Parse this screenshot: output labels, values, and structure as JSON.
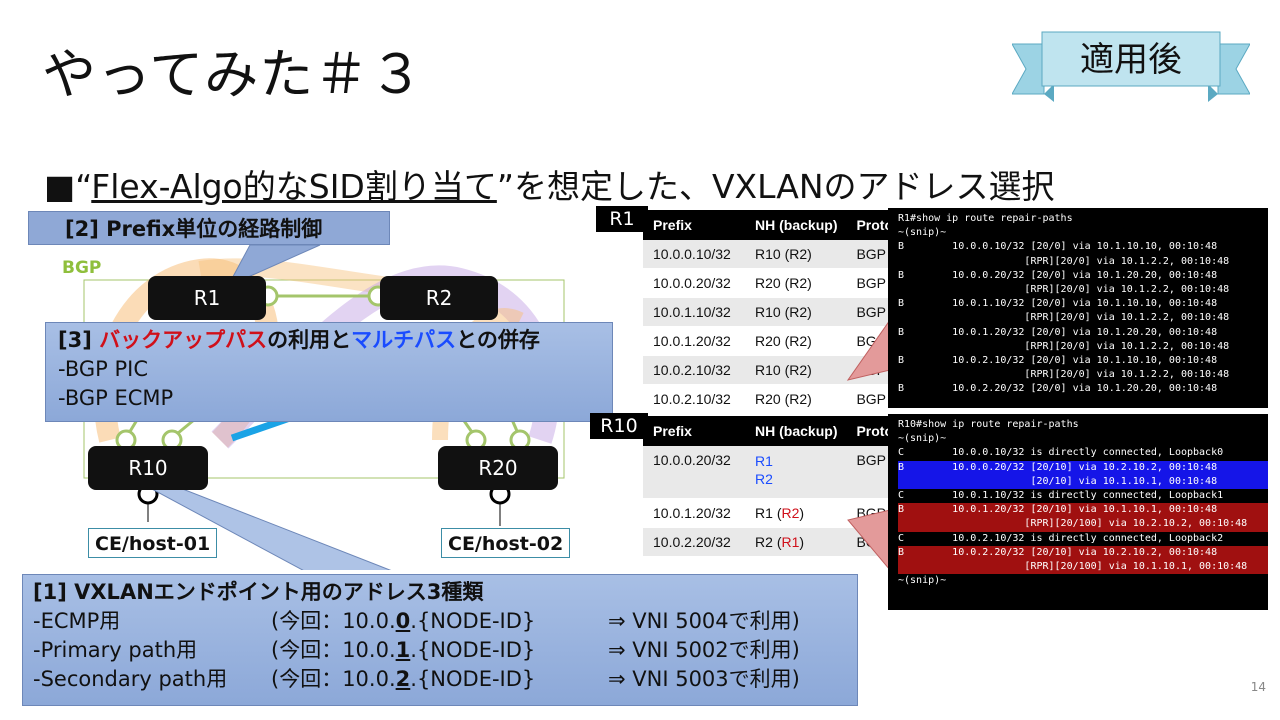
{
  "title": "やってみた＃３",
  "ribbon": "適用後",
  "subtitle": {
    "bullet": "■",
    "lq": "“",
    "underlined": "Flex-Algo的なSID割り当て",
    "rest": "”を想定した、VXLANのアドレス選択"
  },
  "callout2": "[2] Prefix単位の経路制御",
  "bgp_label": "BGP",
  "routers": {
    "r1": "R1",
    "r2": "R2",
    "r10": "R10",
    "r20": "R20"
  },
  "callout3": {
    "prefix": "[3] ",
    "backup": "バックアップパス",
    "mid": "の利用と",
    "multi": "マルチパス",
    "end": "との併存",
    "lines": [
      "-BGP PIC",
      "-BGP ECMP"
    ]
  },
  "ce": {
    "left": "CE/host-01",
    "right": "CE/host-02"
  },
  "callout1": {
    "heading": "[1] VXLANエンドポイント用のアドレス3種類",
    "rows": [
      {
        "name": "-ECMP用",
        "pre": "(今回：10.0.",
        "bold": "0",
        "post": ".{NODE-ID}",
        "vni": "⇒ VNI 5004で利用)"
      },
      {
        "name": "-Primary path用",
        "pre": "(今回：10.0.",
        "bold": "1",
        "post": ".{NODE-ID}",
        "vni": "⇒ VNI 5002で利用)"
      },
      {
        "name": "-Secondary path用",
        "pre": "(今回：10.0.",
        "bold": "2",
        "post": ".{NODE-ID}",
        "vni": "⇒ VNI 5003で利用)"
      }
    ]
  },
  "r1_table": {
    "tag": "R1",
    "headers": [
      "Prefix",
      "NH (backup)",
      "Proto"
    ],
    "rows": [
      [
        "10.0.0.10/32",
        "R10 (R2)",
        "BGP"
      ],
      [
        "10.0.0.20/32",
        "R20 (R2)",
        "BGP"
      ],
      [
        "10.0.1.10/32",
        "R10 (R2)",
        "BGP"
      ],
      [
        "10.0.1.20/32",
        "R20 (R2)",
        "BGP"
      ],
      [
        "10.0.2.10/32",
        "R10 (R2)",
        "BGP"
      ],
      [
        "10.0.2.10/32",
        "R20 (R2)",
        "BGP"
      ]
    ]
  },
  "r10_table": {
    "tag": "R10",
    "headers": [
      "Prefix",
      "NH (backup)",
      "Proto"
    ],
    "rows": [
      {
        "prefix": "10.0.0.20/32",
        "nh1": "R1",
        "nh2": "R2",
        "proto": "BGP"
      },
      {
        "prefix": "10.0.1.20/32",
        "nh_main": "R1 (",
        "nh_red": "R2",
        "nh_end": ")",
        "proto": "BGP"
      },
      {
        "prefix": "10.0.2.20/32",
        "nh_main": "R2 (",
        "nh_red": "R1",
        "nh_end": ")",
        "proto": "BGP"
      }
    ]
  },
  "term_r1": [
    "R1#show ip route repair-paths",
    "~(snip)~",
    "B        10.0.0.10/32 [20/0] via 10.1.10.10, 00:10:48",
    "                     [RPR][20/0] via 10.1.2.2, 00:10:48",
    "B        10.0.0.20/32 [20/0] via 10.1.20.20, 00:10:48",
    "                     [RPR][20/0] via 10.1.2.2, 00:10:48",
    "B        10.0.1.10/32 [20/0] via 10.1.10.10, 00:10:48",
    "                     [RPR][20/0] via 10.1.2.2, 00:10:48",
    "B        10.0.1.20/32 [20/0] via 10.1.20.20, 00:10:48",
    "                     [RPR][20/0] via 10.1.2.2, 00:10:48",
    "B        10.0.2.10/32 [20/0] via 10.1.10.10, 00:10:48",
    "                     [RPR][20/0] via 10.1.2.2, 00:10:48",
    "B        10.0.2.20/32 [20/0] via 10.1.20.20, 00:10:48"
  ],
  "term_r10": [
    "R10#show ip route repair-paths",
    "~(snip)~",
    "C        10.0.0.10/32 is directly connected, Loopback0",
    "B        10.0.0.20/32 [20/10] via 10.2.10.2, 00:10:48",
    "                      [20/10] via 10.1.10.1, 00:10:48",
    "C        10.0.1.10/32 is directly connected, Loopback1",
    "B        10.0.1.20/32 [20/10] via 10.1.10.1, 00:10:48",
    "                     [RPR][20/100] via 10.2.10.2, 00:10:48",
    "C        10.0.2.10/32 is directly connected, Loopback2",
    "B        10.0.2.20/32 [20/10] via 10.2.10.2, 00:10:48",
    "                     [RPR][20/100] via 10.1.10.1, 00:10:48",
    "~(snip)~"
  ],
  "term_r10_highlight": [
    "",
    "",
    "",
    "blue",
    "blue",
    "",
    "red",
    "red",
    "",
    "red",
    "red",
    ""
  ],
  "page_number": "14"
}
